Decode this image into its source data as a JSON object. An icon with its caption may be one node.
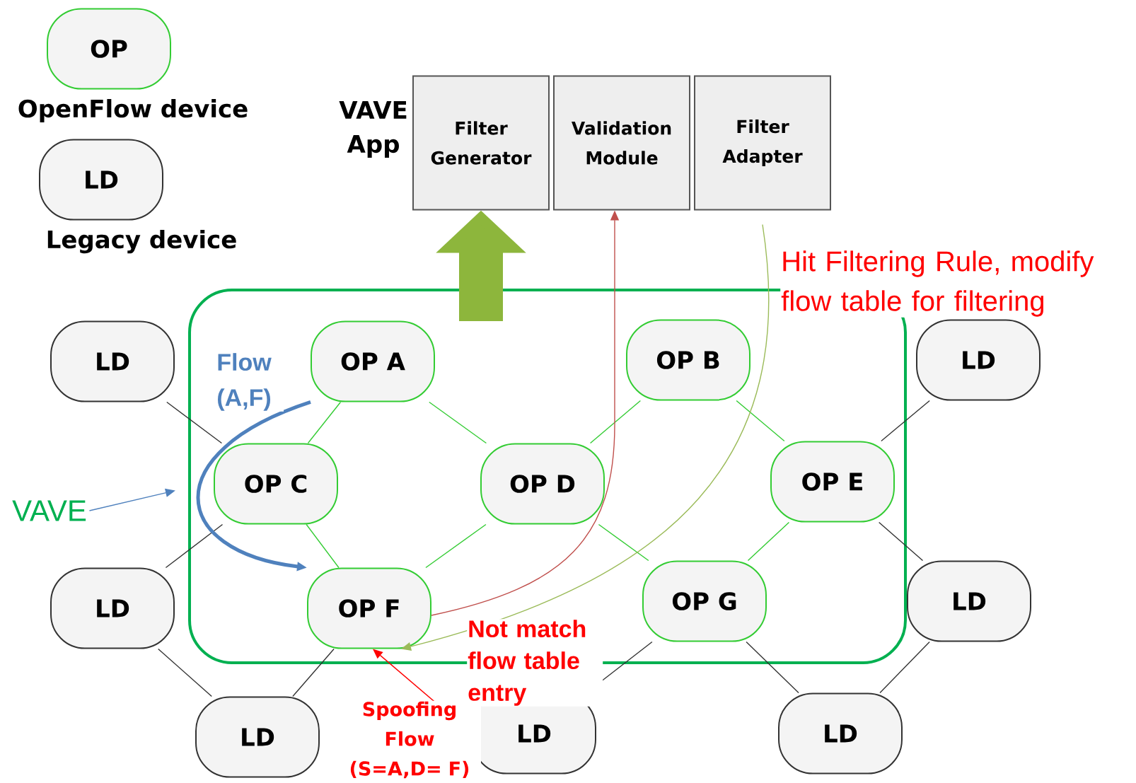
{
  "diagram": {
    "nodes": [
      {
        "text": [
          "OP"
        ],
        "beside": [
          "OpenFlow device"
        ]
      },
      {
        "text": [
          "LD"
        ],
        "beside": [
          "Legacy device"
        ]
      },
      {
        "text": [
          "Filter Generator"
        ]
      },
      {
        "text": [
          "Validation Module"
        ]
      },
      {
        "text": [
          "Filter Adapter"
        ]
      },
      {
        "text": [],
        "shape": "box"
      },
      {
        "text": [
          "VAVE"
        ]
      },
      {
        "text": [
          "OP A"
        ],
        "in": 5
      },
      {
        "text": [
          "OP B"
        ],
        "in": 5
      },
      {
        "text": [
          "OP C"
        ],
        "in": 5
      },
      {
        "text": [
          "OP D"
        ],
        "in": 5
      },
      {
        "text": [
          "OP E"
        ],
        "in": 5
      },
      {
        "text": [
          "OP F"
        ],
        "in": 5
      },
      {
        "text": [
          "OP G"
        ],
        "in": 5
      },
      {
        "text": [
          "LD"
        ]
      },
      {
        "text": [
          "LD"
        ]
      },
      {
        "text": [
          "LD"
        ]
      },
      {
        "text": [
          "LD"
        ]
      },
      {
        "text": [
          "LD"
        ]
      },
      {
        "text": [
          "LD"
        ]
      },
      {
        "text": [
          "LD"
        ]
      }
    ],
    "edges": [
      {
        "from": 7,
        "to": 9,
        "arrow": "none",
        "color": "#33cc33"
      },
      {
        "from": 7,
        "to": 10,
        "arrow": "none",
        "color": "#33cc33"
      },
      {
        "from": 8,
        "to": 10,
        "arrow": "none",
        "color": "#33cc33"
      },
      {
        "from": 8,
        "to": 11,
        "arrow": "none",
        "color": "#33cc33"
      },
      {
        "from": 9,
        "to": 12,
        "arrow": "none",
        "color": "#33cc33"
      },
      {
        "from": 10,
        "to": 12,
        "arrow": "none",
        "color": "#33cc33"
      },
      {
        "from": 10,
        "to": 13,
        "arrow": "none",
        "color": "#33cc33"
      },
      {
        "from": 11,
        "to": 13,
        "arrow": "none",
        "color": "#33cc33"
      },
      {
        "from": 14,
        "to": 9,
        "arrow": "none"
      },
      {
        "from": 15,
        "to": 11,
        "arrow": "none"
      },
      {
        "from": 9,
        "to": 16,
        "arrow": "none"
      },
      {
        "from": 11,
        "to": 17,
        "arrow": "none"
      },
      {
        "from": 16,
        "to": 18,
        "arrow": "none"
      },
      {
        "from": 18,
        "to": 12,
        "arrow": "none"
      },
      {
        "from": 13,
        "to": 19,
        "arrow": "none"
      },
      {
        "from": 13,
        "to": 20,
        "arrow": "none"
      },
      {
        "from": 20,
        "to": 17,
        "arrow": "none"
      },
      {
        "from": 5,
        "to": 2,
        "arrow": "to",
        "style": "thick",
        "color": "#8db63c"
      },
      {
        "from": 12,
        "to": 3,
        "arrow": "to",
        "color": "#c0504d",
        "label": "Not match flow table entry"
      },
      {
        "from": 4,
        "to": 12,
        "arrow": "to",
        "color": "#9bbb59",
        "label": "Hit Filtering Rule, modify flow table for filtering"
      },
      {
        "from": 19,
        "to": 12,
        "arrow": "to",
        "color": "#ff0000",
        "label": "Spoofing Flow (S=A,D= F)"
      },
      {
        "from": 7,
        "to": 12,
        "arrow": "to",
        "style": "thick",
        "color": "#4f81bd",
        "label": "Flow (A,F)"
      },
      {
        "from": 6,
        "to": 5,
        "arrow": "to",
        "color": "#4f81bd"
      }
    ],
    "labels": [
      "VAVE App"
    ]
  }
}
